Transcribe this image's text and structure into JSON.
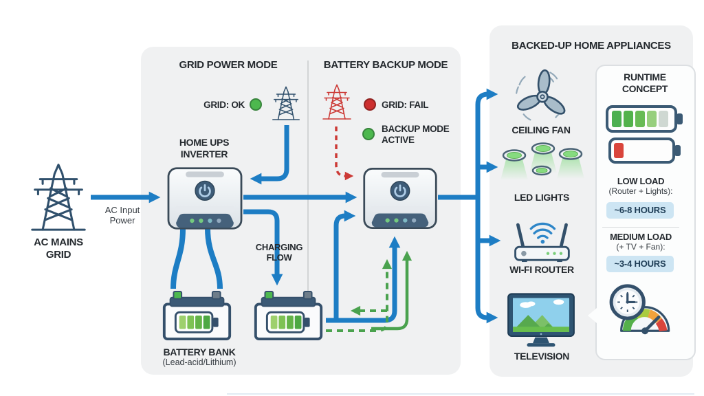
{
  "colors": {
    "arrow-blue": "#1d7dc4",
    "arrow-green": "#4aa24e",
    "arrow-red": "#cc3a36",
    "navy": "#30506c",
    "panel-bg": "#f0f1f2",
    "badge-bg": "#cde5f3",
    "status-green": "#4db84e",
    "status-red": "#cc2f2f",
    "battery-green": "#5cb847",
    "battery-red": "#d9453c"
  },
  "source": {
    "label": "AC MAINS\nGRID",
    "input_arrow_label": "AC Input\nPower"
  },
  "grid_mode": {
    "title": "GRID POWER MODE",
    "status_label": "GRID: OK",
    "inverter_label": "HOME UPS\nINVERTER",
    "charging_label": "CHARGING\nFLOW",
    "battery_label": "BATTERY BANK",
    "battery_sublabel": "(Lead-acid/Lithium)"
  },
  "backup_mode": {
    "title": "BATTERY BACKUP MODE",
    "grid_status_label": "GRID: FAIL",
    "backup_status_label": "BACKUP MODE\nACTIVE"
  },
  "appliances": {
    "title": "BACKED-UP HOME APPLIANCES",
    "items": [
      {
        "label": "CEILING FAN"
      },
      {
        "label": "LED LIGHTS"
      },
      {
        "label": "WI-FI ROUTER"
      },
      {
        "label": "TELEVISION"
      }
    ]
  },
  "runtime": {
    "title": "RUNTIME\nCONCEPT",
    "low_load": {
      "label": "LOW LOAD",
      "sublabel": "(Router + Lights):",
      "value": "~6-8 HOURS"
    },
    "medium_load": {
      "label": "MEDIUM LOAD",
      "sublabel": "(+ TV + Fan):",
      "value": "~3-4 HOURS"
    }
  },
  "icons": {
    "ac-mains": "transmission-tower",
    "grid-ok-indicator": "green-dot",
    "grid-fail-indicator": "red-dot",
    "backup-active-indicator": "green-dot",
    "inverter": "ups-box-with-power-button",
    "battery-bank": "car-battery-with-charge-gauge",
    "ceiling-fan": "three-blade-fan",
    "led-lights": "recessed-downlights",
    "wifi-router": "router-with-antennas",
    "television": "tv-landscape-screen",
    "runtime-full": "green-battery-bar",
    "runtime-empty": "red-battery-bar",
    "runtime-clock-gauge": "clock-over-speedometer"
  }
}
